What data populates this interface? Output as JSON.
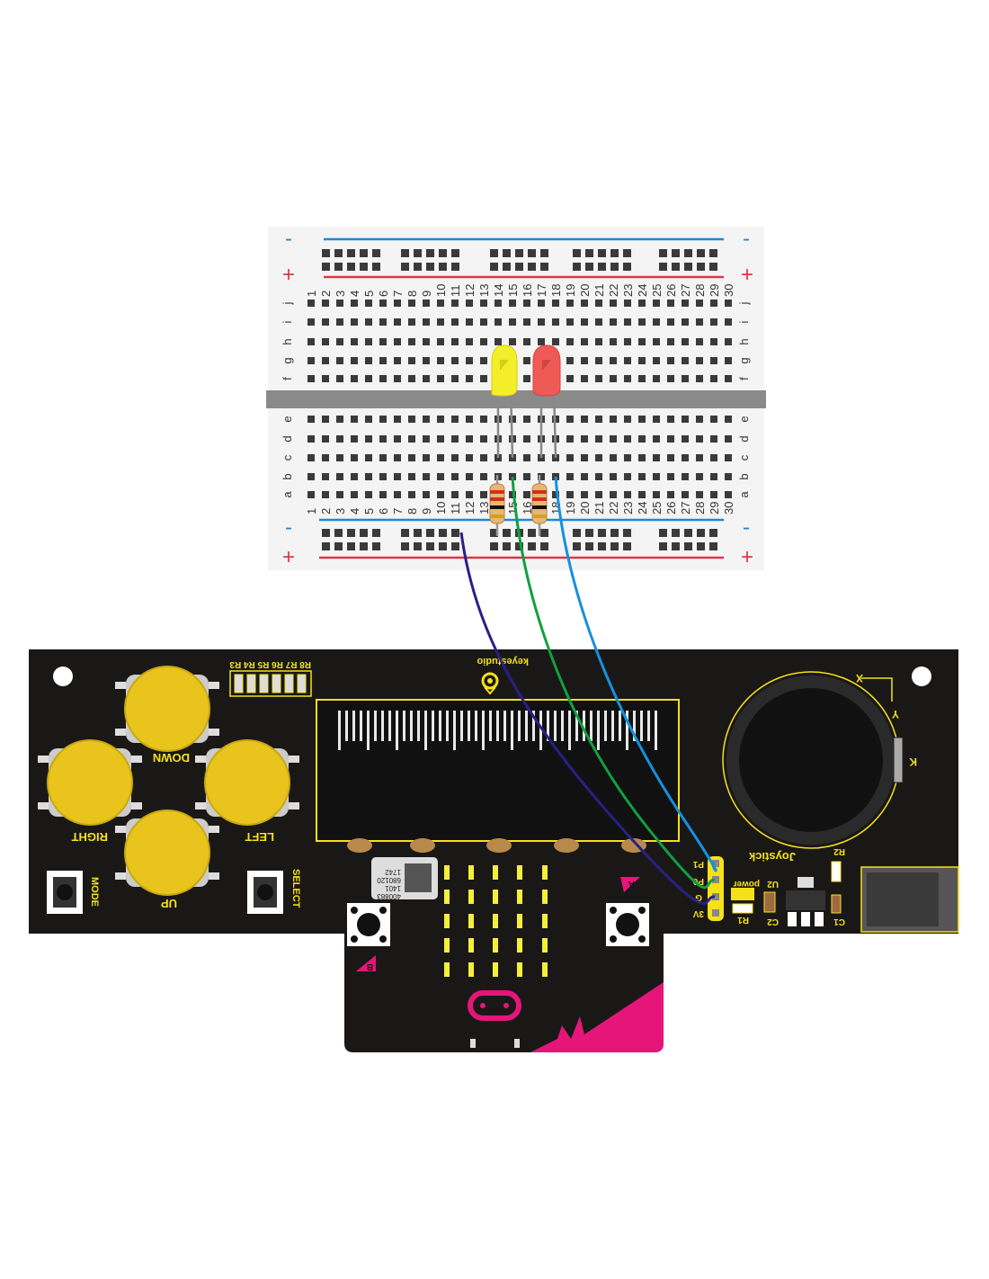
{
  "breadboard": {
    "columns": [
      "1",
      "2",
      "3",
      "4",
      "5",
      "6",
      "7",
      "8",
      "9",
      "10",
      "11",
      "12",
      "13",
      "14",
      "15",
      "16",
      "17",
      "18",
      "19",
      "20",
      "21",
      "22",
      "23",
      "24",
      "25",
      "26",
      "27",
      "28",
      "29",
      "30"
    ],
    "rows_top": [
      "j",
      "i",
      "h",
      "g",
      "f"
    ],
    "rows_bottom": [
      "e",
      "d",
      "c",
      "b",
      "a"
    ],
    "rail_minus": "-",
    "rail_plus": "+",
    "colors": {
      "rail_blue": "#1e88d8",
      "rail_red": "#e0344a",
      "hole": "#3a3a3a"
    }
  },
  "components": {
    "led_yellow": {
      "color": "#f4ee2a",
      "column": "14-15"
    },
    "led_red": {
      "color": "#ee5a55",
      "column": "17-18"
    },
    "wires": [
      {
        "name": "gnd",
        "color": "#2a1f86"
      },
      {
        "name": "p0",
        "color": "#10a040"
      },
      {
        "name": "p1",
        "color": "#1690e0"
      }
    ]
  },
  "board": {
    "brand": "keyestudio",
    "resistor_array_label": "R8 R7 R6 R5 R4 R3",
    "buttons": {
      "down": "DOWN",
      "right": "RIGHT",
      "left": "LEFT",
      "up": "UP",
      "mode": "MODE",
      "select": "SELECT"
    },
    "joystick": {
      "label": "Joystick",
      "x": "X",
      "y": "Y",
      "k": "K"
    },
    "pins": {
      "p1": "P1",
      "p0": "P0",
      "g": "G",
      "v3": "3V"
    },
    "parts": {
      "power": "power",
      "r1": "R1",
      "r2": "R2",
      "c1": "C1",
      "c2": "C2",
      "u2": "U2"
    },
    "colors": {
      "pcb": "#1a1816",
      "silk": "#f5e11a",
      "button": "#e8c41c"
    }
  },
  "microbit": {
    "label_lines": [
      "400883",
      "1401",
      "680120",
      "1742"
    ],
    "button_a": "A",
    "button_b": "B",
    "accent": "#e5157a"
  }
}
